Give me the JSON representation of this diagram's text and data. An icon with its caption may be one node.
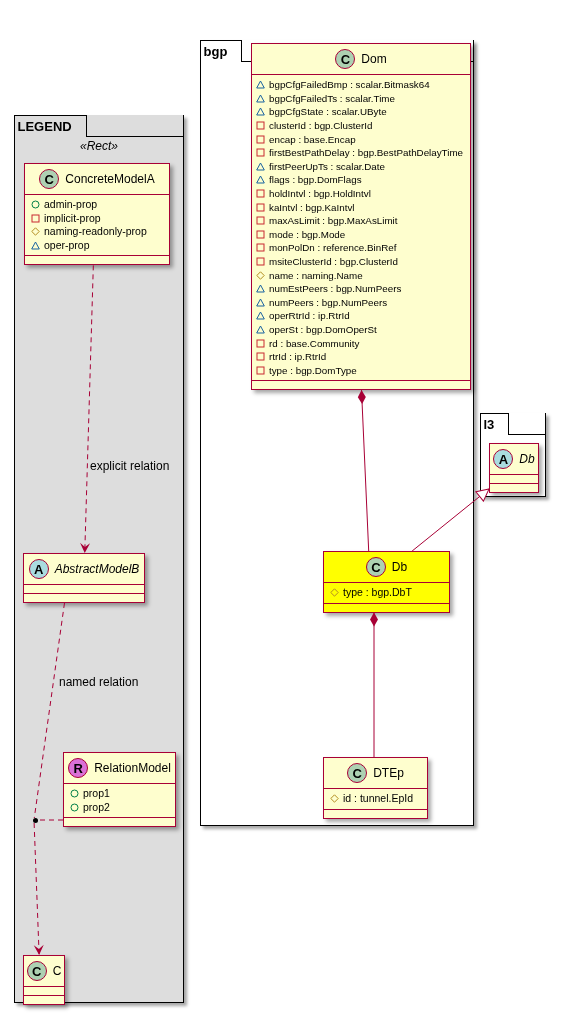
{
  "diagram": {
    "nodes": [
      {
        "text": [
          "LEGEND",
          "«Rect»"
        ]
      },
      {
        "text": [
          "C",
          "ConcreteModelA",
          "admin-prop",
          "implicit-prop",
          "naming-readonly-prop",
          "oper-prop"
        ],
        "in": 0
      },
      {
        "text": [
          "A",
          "AbstractModelB"
        ],
        "in": 0
      },
      {
        "text": [
          "R",
          "RelationModel",
          "prop1",
          "prop2"
        ],
        "in": 0
      },
      {
        "text": [],
        "shape": "circle",
        "in": 0
      },
      {
        "text": [
          "C",
          "C"
        ],
        "in": 0
      },
      {
        "text": [
          "bgp"
        ]
      },
      {
        "text": [
          "C",
          "Dom",
          "bgpCfgFailedBmp : scalar.Bitmask64",
          "bgpCfgFailedTs : scalar.Time",
          "bgpCfgState : scalar.UByte",
          "clusterId : bgp.ClusterId",
          "encap : base.Encap",
          "firstBestPathDelay : bgp.BestPathDelayTime",
          "firstPeerUpTs : scalar.Date",
          "flags : bgp.DomFlags",
          "holdIntvl : bgp.HoldIntvl",
          "kaIntvl : bgp.KaIntvl",
          "maxAsLimit : bgp.MaxAsLimit",
          "mode : bgp.Mode",
          "monPolDn : reference.BinRef",
          "msiteClusterId : bgp.ClusterId",
          "name : naming.Name",
          "numEstPeers : bgp.NumPeers",
          "numPeers : bgp.NumPeers",
          "operRtrId : ip.RtrId",
          "operSt : bgp.DomOperSt",
          "rd : base.Community",
          "rtrId : ip.RtrId",
          "type : bgp.DomType"
        ],
        "in": 6
      },
      {
        "text": [
          "C",
          "Db",
          "type : bgp.DbT"
        ],
        "in": 6
      },
      {
        "text": [
          "C",
          "DTEp",
          "id : tunnel.EpId"
        ],
        "in": 6
      },
      {
        "text": [
          "l3"
        ]
      },
      {
        "text": [
          "A",
          "Db"
        ],
        "in": 10
      }
    ],
    "edges": [
      {
        "from": 1,
        "to": 2,
        "arrow": "to",
        "style": "dashed",
        "label": "explicit relation"
      },
      {
        "from": 2,
        "to": 4,
        "arrow": "none",
        "style": "dashed",
        "label": "named relation"
      },
      {
        "from": 4,
        "to": 5,
        "arrow": "to",
        "style": "dashed"
      },
      {
        "from": 3,
        "to": 4,
        "arrow": "none",
        "style": "dashed"
      },
      {
        "from": 7,
        "to": 8,
        "arrow": "other"
      },
      {
        "from": 8,
        "to": 11,
        "arrow": "to"
      },
      {
        "from": 8,
        "to": 9,
        "arrow": "other"
      }
    ]
  }
}
